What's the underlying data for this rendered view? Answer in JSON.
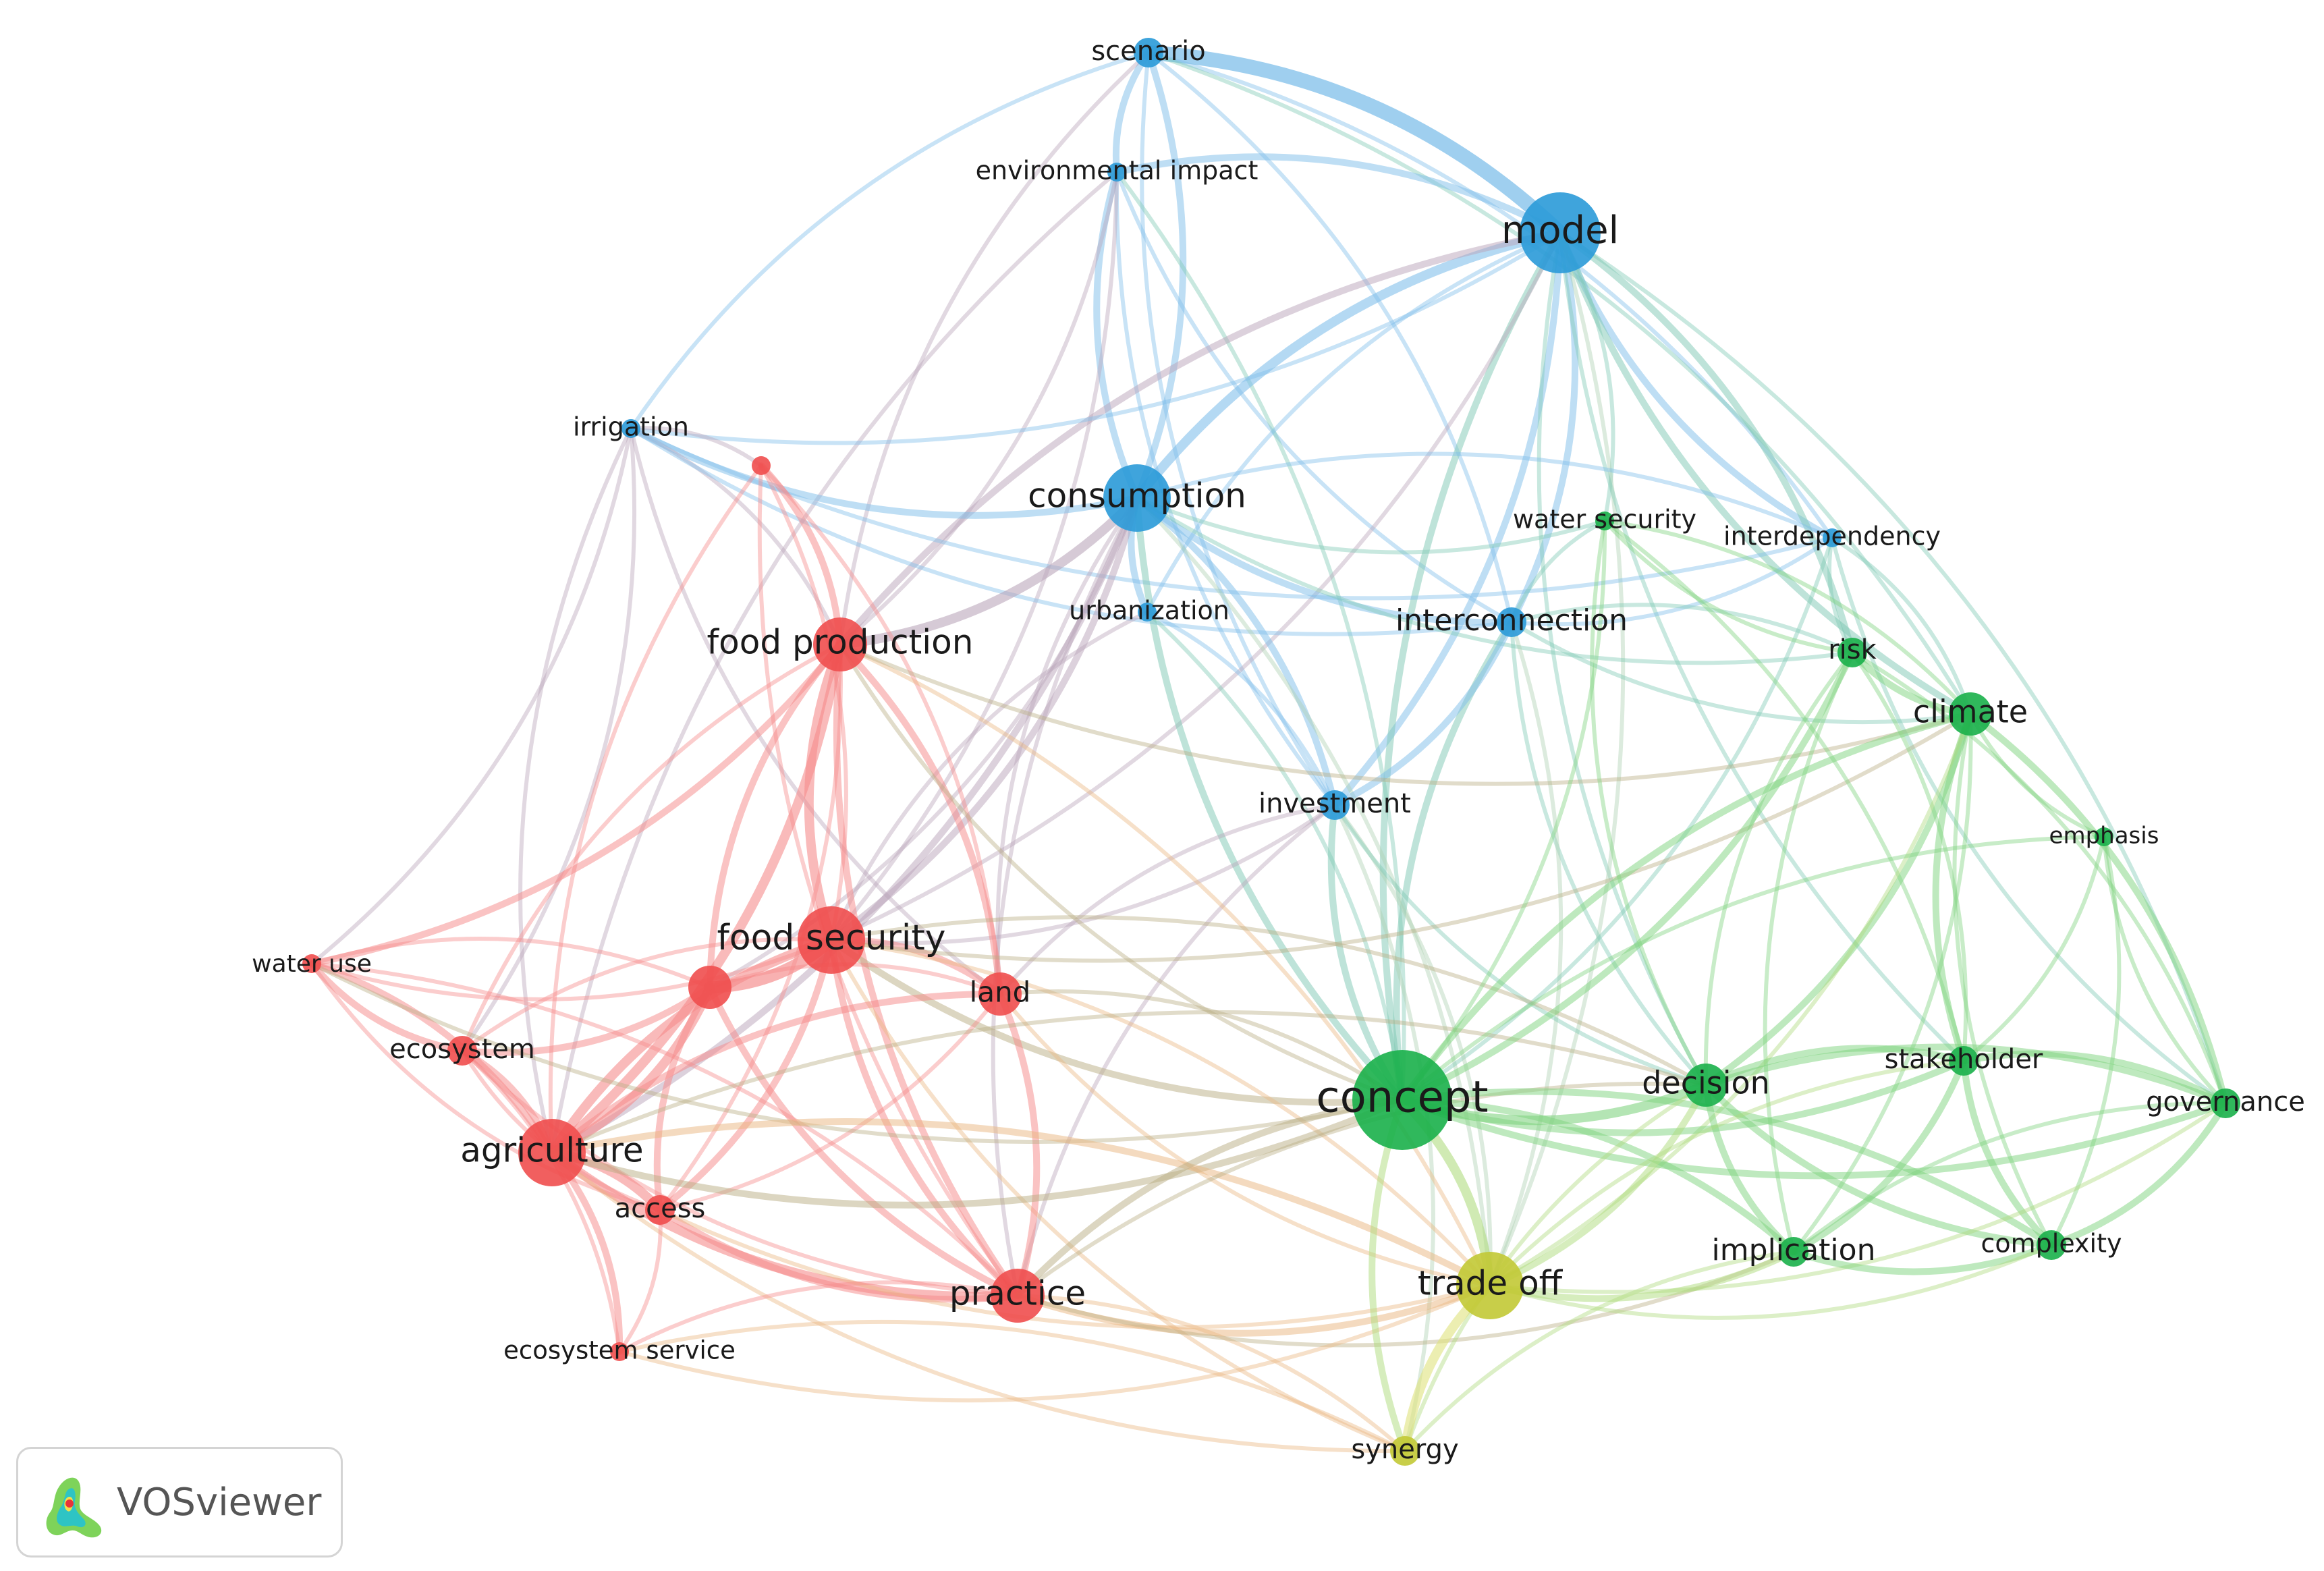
{
  "clusters": {
    "red": "#f04e4e",
    "blue": "#2a9ad8",
    "green": "#19b04a",
    "yellow": "#c2c935"
  },
  "link_colors": {
    "red": "#f58a8a",
    "blue": "#7fbfea",
    "green": "#7fd37f",
    "yellow": "#dfe27a"
  },
  "nodes": [
    {
      "id": "scenario",
      "label": "scenario",
      "cluster": "blue",
      "weight": 2
    },
    {
      "id": "environmental_impact",
      "label": "environmental impact",
      "cluster": "blue",
      "weight": 1
    },
    {
      "id": "model",
      "label": "model",
      "cluster": "blue",
      "weight": 6
    },
    {
      "id": "irrigation",
      "label": "irrigation",
      "cluster": "blue",
      "weight": 1
    },
    {
      "id": "consumption",
      "label": "consumption",
      "cluster": "blue",
      "weight": 5
    },
    {
      "id": "urbanization",
      "label": "urbanization",
      "cluster": "blue",
      "weight": 1
    },
    {
      "id": "interconnection",
      "label": "interconnection",
      "cluster": "blue",
      "weight": 2
    },
    {
      "id": "interdependency",
      "label": "interdependency",
      "cluster": "blue",
      "weight": 1
    },
    {
      "id": "investment",
      "label": "investment",
      "cluster": "blue",
      "weight": 2
    },
    {
      "id": "red_unlabeled_top",
      "label": "",
      "cluster": "red",
      "weight": 1
    },
    {
      "id": "food_production",
      "label": "food production",
      "cluster": "red",
      "weight": 4
    },
    {
      "id": "food_security",
      "label": "food security",
      "cluster": "red",
      "weight": 5
    },
    {
      "id": "red_unlabeled_mid",
      "label": "",
      "cluster": "red",
      "weight": 3
    },
    {
      "id": "land",
      "label": "land",
      "cluster": "red",
      "weight": 3
    },
    {
      "id": "water_use",
      "label": "water use",
      "cluster": "red",
      "weight": 1
    },
    {
      "id": "ecosystem",
      "label": "ecosystem",
      "cluster": "red",
      "weight": 2
    },
    {
      "id": "agriculture",
      "label": "agriculture",
      "cluster": "red",
      "weight": 5
    },
    {
      "id": "access",
      "label": "access",
      "cluster": "red",
      "weight": 2
    },
    {
      "id": "practice",
      "label": "practice",
      "cluster": "red",
      "weight": 4
    },
    {
      "id": "ecosystem_service",
      "label": "ecosystem service",
      "cluster": "red",
      "weight": 1
    },
    {
      "id": "water_security",
      "label": "water security",
      "cluster": "green",
      "weight": 1
    },
    {
      "id": "risk",
      "label": "risk",
      "cluster": "green",
      "weight": 2
    },
    {
      "id": "climate",
      "label": "climate",
      "cluster": "green",
      "weight": 3
    },
    {
      "id": "emphasis",
      "label": "emphasis",
      "cluster": "green",
      "weight": 1
    },
    {
      "id": "concept",
      "label": "concept",
      "cluster": "green",
      "weight": 8
    },
    {
      "id": "decision",
      "label": "decision",
      "cluster": "green",
      "weight": 3
    },
    {
      "id": "stakeholder",
      "label": "stakeholder",
      "cluster": "green",
      "weight": 2
    },
    {
      "id": "governance",
      "label": "governance",
      "cluster": "green",
      "weight": 2
    },
    {
      "id": "implication",
      "label": "implication",
      "cluster": "green",
      "weight": 2
    },
    {
      "id": "complexity",
      "label": "complexity",
      "cluster": "green",
      "weight": 2
    },
    {
      "id": "trade_off",
      "label": "trade off",
      "cluster": "yellow",
      "weight": 5
    },
    {
      "id": "synergy",
      "label": "synergy",
      "cluster": "yellow",
      "weight": 2
    }
  ],
  "links": [
    [
      "scenario",
      "model",
      5
    ],
    [
      "scenario",
      "environmental_impact",
      2
    ],
    [
      "scenario",
      "consumption",
      2
    ],
    [
      "scenario",
      "irrigation",
      1
    ],
    [
      "scenario",
      "interdependency",
      1
    ],
    [
      "scenario",
      "investment",
      1
    ],
    [
      "scenario",
      "climate",
      1
    ],
    [
      "scenario",
      "food_production",
      1
    ],
    [
      "scenario",
      "interconnection",
      1
    ],
    [
      "environmental_impact",
      "consumption",
      2
    ],
    [
      "environmental_impact",
      "model",
      2
    ],
    [
      "environmental_impact",
      "investment",
      1
    ],
    [
      "environmental_impact",
      "food_production",
      1
    ],
    [
      "environmental_impact",
      "agriculture",
      1
    ],
    [
      "environmental_impact",
      "food_security",
      1
    ],
    [
      "environmental_impact",
      "interconnection",
      1
    ],
    [
      "environmental_impact",
      "concept",
      1
    ],
    [
      "model",
      "consumption",
      3
    ],
    [
      "model",
      "interconnection",
      2
    ],
    [
      "model",
      "interdependency",
      2
    ],
    [
      "model",
      "investment",
      2
    ],
    [
      "model",
      "concept",
      2
    ],
    [
      "model",
      "risk",
      2
    ],
    [
      "model",
      "climate",
      2
    ],
    [
      "model",
      "water_security",
      1
    ],
    [
      "model",
      "food_production",
      2
    ],
    [
      "model",
      "irrigation",
      1
    ],
    [
      "model",
      "decision",
      1
    ],
    [
      "model",
      "governance",
      1
    ],
    [
      "model",
      "urbanization",
      1
    ],
    [
      "model",
      "trade_off",
      1
    ],
    [
      "model",
      "stakeholder",
      1
    ],
    [
      "model",
      "food_security",
      1
    ],
    [
      "irrigation",
      "consumption",
      2
    ],
    [
      "irrigation",
      "food_production",
      1
    ],
    [
      "irrigation",
      "agriculture",
      1
    ],
    [
      "irrigation",
      "water_use",
      1
    ],
    [
      "irrigation",
      "interconnection",
      1
    ],
    [
      "irrigation",
      "red_unlabeled_top",
      1
    ],
    [
      "irrigation",
      "land",
      1
    ],
    [
      "irrigation",
      "ecosystem",
      1
    ],
    [
      "irrigation",
      "interdependency",
      1
    ],
    [
      "consumption",
      "food_production",
      3
    ],
    [
      "consumption",
      "urbanization",
      2
    ],
    [
      "consumption",
      "investment",
      2
    ],
    [
      "consumption",
      "interconnection",
      2
    ],
    [
      "consumption",
      "food_security",
      2
    ],
    [
      "consumption",
      "concept",
      2
    ],
    [
      "consumption",
      "agriculture",
      2
    ],
    [
      "consumption",
      "land",
      1
    ],
    [
      "consumption",
      "interdependency",
      1
    ],
    [
      "consumption",
      "water_security",
      1
    ],
    [
      "consumption",
      "trade_off",
      1
    ],
    [
      "consumption",
      "practice",
      1
    ],
    [
      "consumption",
      "red_unlabeled_mid",
      1
    ],
    [
      "consumption",
      "risk",
      1
    ],
    [
      "urbanization",
      "investment",
      1
    ],
    [
      "urbanization",
      "food_security",
      1
    ],
    [
      "urbanization",
      "concept",
      1
    ],
    [
      "interconnection",
      "concept",
      2
    ],
    [
      "interconnection",
      "investment",
      2
    ],
    [
      "interconnection",
      "interdependency",
      1
    ],
    [
      "interconnection",
      "risk",
      1
    ],
    [
      "interconnection",
      "decision",
      1
    ],
    [
      "interconnection",
      "water_security",
      1
    ],
    [
      "interconnection",
      "climate",
      1
    ],
    [
      "interconnection",
      "trade_off",
      1
    ],
    [
      "interdependency",
      "risk",
      1
    ],
    [
      "interdependency",
      "climate",
      1
    ],
    [
      "interdependency",
      "governance",
      1
    ],
    [
      "interdependency",
      "concept",
      1
    ],
    [
      "investment",
      "concept",
      2
    ],
    [
      "investment",
      "trade_off",
      1
    ],
    [
      "investment",
      "decision",
      1
    ],
    [
      "investment",
      "food_security",
      1
    ],
    [
      "investment",
      "land",
      1
    ],
    [
      "investment",
      "synergy",
      1
    ],
    [
      "investment",
      "practice",
      1
    ],
    [
      "red_unlabeled_top",
      "food_production",
      2
    ],
    [
      "red_unlabeled_top",
      "agriculture",
      1
    ],
    [
      "red_unlabeled_top",
      "food_security",
      1
    ],
    [
      "red_unlabeled_top",
      "practice",
      1
    ],
    [
      "red_unlabeled_top",
      "land",
      1
    ],
    [
      "food_production",
      "food_security",
      3
    ],
    [
      "food_production",
      "agriculture",
      3
    ],
    [
      "food_production",
      "red_unlabeled_mid",
      2
    ],
    [
      "food_production",
      "land",
      2
    ],
    [
      "food_production",
      "practice",
      2
    ],
    [
      "food_production",
      "water_use",
      2
    ],
    [
      "food_production",
      "ecosystem",
      1
    ],
    [
      "food_production",
      "access",
      1
    ],
    [
      "food_production",
      "concept",
      1
    ],
    [
      "food_production",
      "trade_off",
      1
    ],
    [
      "food_production",
      "climate",
      1
    ],
    [
      "food_security",
      "red_unlabeled_mid",
      4
    ],
    [
      "food_security",
      "agriculture",
      3
    ],
    [
      "food_security",
      "land",
      2
    ],
    [
      "food_security",
      "practice",
      2
    ],
    [
      "food_security",
      "access",
      2
    ],
    [
      "food_security",
      "ecosystem",
      1
    ],
    [
      "food_security",
      "water_use",
      1
    ],
    [
      "food_security",
      "concept",
      2
    ],
    [
      "food_security",
      "trade_off",
      1
    ],
    [
      "food_security",
      "synergy",
      1
    ],
    [
      "food_security",
      "decision",
      1
    ],
    [
      "food_security",
      "climate",
      1
    ],
    [
      "red_unlabeled_mid",
      "agriculture",
      3
    ],
    [
      "red_unlabeled_mid",
      "access",
      2
    ],
    [
      "red_unlabeled_mid",
      "ecosystem",
      2
    ],
    [
      "red_unlabeled_mid",
      "practice",
      2
    ],
    [
      "red_unlabeled_mid",
      "land",
      1
    ],
    [
      "red_unlabeled_mid",
      "water_use",
      1
    ],
    [
      "land",
      "practice",
      2
    ],
    [
      "land",
      "agriculture",
      2
    ],
    [
      "land",
      "concept",
      1
    ],
    [
      "land",
      "trade_off",
      1
    ],
    [
      "land",
      "access",
      1
    ],
    [
      "water_use",
      "ecosystem",
      2
    ],
    [
      "water_use",
      "agriculture",
      2
    ],
    [
      "water_use",
      "access",
      1
    ],
    [
      "water_use",
      "practice",
      1
    ],
    [
      "water_use",
      "concept",
      1
    ],
    [
      "ecosystem",
      "agriculture",
      2
    ],
    [
      "ecosystem",
      "access",
      1
    ],
    [
      "ecosystem",
      "ecosystem_service",
      1
    ],
    [
      "ecosystem",
      "practice",
      1
    ],
    [
      "agriculture",
      "access",
      3
    ],
    [
      "agriculture",
      "practice",
      3
    ],
    [
      "agriculture",
      "ecosystem_service",
      2
    ],
    [
      "agriculture",
      "concept",
      2
    ],
    [
      "agriculture",
      "trade_off",
      2
    ],
    [
      "agriculture",
      "synergy",
      1
    ],
    [
      "agriculture",
      "decision",
      1
    ],
    [
      "access",
      "practice",
      2
    ],
    [
      "access",
      "ecosystem_service",
      1
    ],
    [
      "access",
      "trade_off",
      1
    ],
    [
      "practice",
      "concept",
      2
    ],
    [
      "practice",
      "trade_off",
      2
    ],
    [
      "practice",
      "synergy",
      1
    ],
    [
      "practice",
      "ecosystem_service",
      1
    ],
    [
      "practice",
      "decision",
      1
    ],
    [
      "practice",
      "implication",
      1
    ],
    [
      "ecosystem_service",
      "synergy",
      1
    ],
    [
      "ecosystem_service",
      "trade_off",
      1
    ],
    [
      "water_security",
      "concept",
      1
    ],
    [
      "water_security",
      "risk",
      1
    ],
    [
      "water_security",
      "climate",
      1
    ],
    [
      "water_security",
      "decision",
      1
    ],
    [
      "water_security",
      "stakeholder",
      1
    ],
    [
      "risk",
      "climate",
      2
    ],
    [
      "risk",
      "concept",
      2
    ],
    [
      "risk",
      "decision",
      1
    ],
    [
      "risk",
      "stakeholder",
      1
    ],
    [
      "risk",
      "implication",
      1
    ],
    [
      "risk",
      "governance",
      1
    ],
    [
      "climate",
      "concept",
      2
    ],
    [
      "climate",
      "decision",
      2
    ],
    [
      "climate",
      "stakeholder",
      2
    ],
    [
      "climate",
      "governance",
      2
    ],
    [
      "climate",
      "emphasis",
      1
    ],
    [
      "climate",
      "implication",
      1
    ],
    [
      "climate",
      "complexity",
      1
    ],
    [
      "climate",
      "trade_off",
      1
    ],
    [
      "emphasis",
      "governance",
      1
    ],
    [
      "emphasis",
      "stakeholder",
      1
    ],
    [
      "emphasis",
      "concept",
      1
    ],
    [
      "emphasis",
      "complexity",
      1
    ],
    [
      "concept",
      "decision",
      3
    ],
    [
      "concept",
      "trade_off",
      3
    ],
    [
      "concept",
      "stakeholder",
      2
    ],
    [
      "concept",
      "implication",
      2
    ],
    [
      "concept",
      "governance",
      2
    ],
    [
      "concept",
      "complexity",
      2
    ],
    [
      "concept",
      "synergy",
      2
    ],
    [
      "decision",
      "stakeholder",
      2
    ],
    [
      "decision",
      "implication",
      2
    ],
    [
      "decision",
      "governance",
      2
    ],
    [
      "decision",
      "complexity",
      2
    ],
    [
      "decision",
      "trade_off",
      2
    ],
    [
      "decision",
      "synergy",
      1
    ],
    [
      "stakeholder",
      "governance",
      2
    ],
    [
      "stakeholder",
      "complexity",
      2
    ],
    [
      "stakeholder",
      "implication",
      2
    ],
    [
      "stakeholder",
      "trade_off",
      1
    ],
    [
      "governance",
      "complexity",
      2
    ],
    [
      "governance",
      "implication",
      1
    ],
    [
      "governance",
      "trade_off",
      1
    ],
    [
      "implication",
      "complexity",
      2
    ],
    [
      "implication",
      "trade_off",
      2
    ],
    [
      "implication",
      "synergy",
      1
    ],
    [
      "complexity",
      "trade_off",
      1
    ],
    [
      "trade_off",
      "synergy",
      3
    ]
  ],
  "logo": {
    "text": "VOSviewer"
  }
}
